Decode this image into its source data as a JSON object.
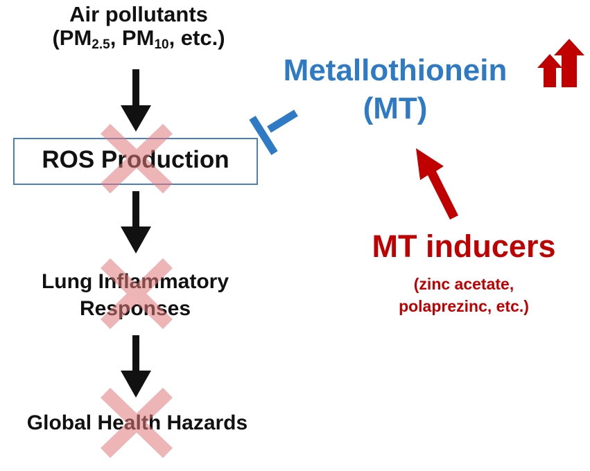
{
  "pollutants": {
    "line1": "Air pollutants",
    "open": "(PM",
    "pm25_sub": "2.5",
    "mid": ", PM",
    "pm10_sub": "10",
    "close": ", etc.)"
  },
  "ros": {
    "label": "ROS Production"
  },
  "lung": {
    "line1": "Lung Inflammatory",
    "line2": "Responses"
  },
  "global": {
    "label": "Global Health Hazards"
  },
  "mt": {
    "line1": "Metallothionein",
    "line2": "(MT)"
  },
  "inducers": {
    "title": "MT inducers",
    "sub_line1": "(zinc acetate,",
    "sub_line2": "polaprezinc, etc.)"
  },
  "colors": {
    "text": "#111111",
    "blue": "#2f7ac4",
    "red": "#c00000",
    "cross": "#e79a9a",
    "box_border": "#4a7ec0"
  }
}
